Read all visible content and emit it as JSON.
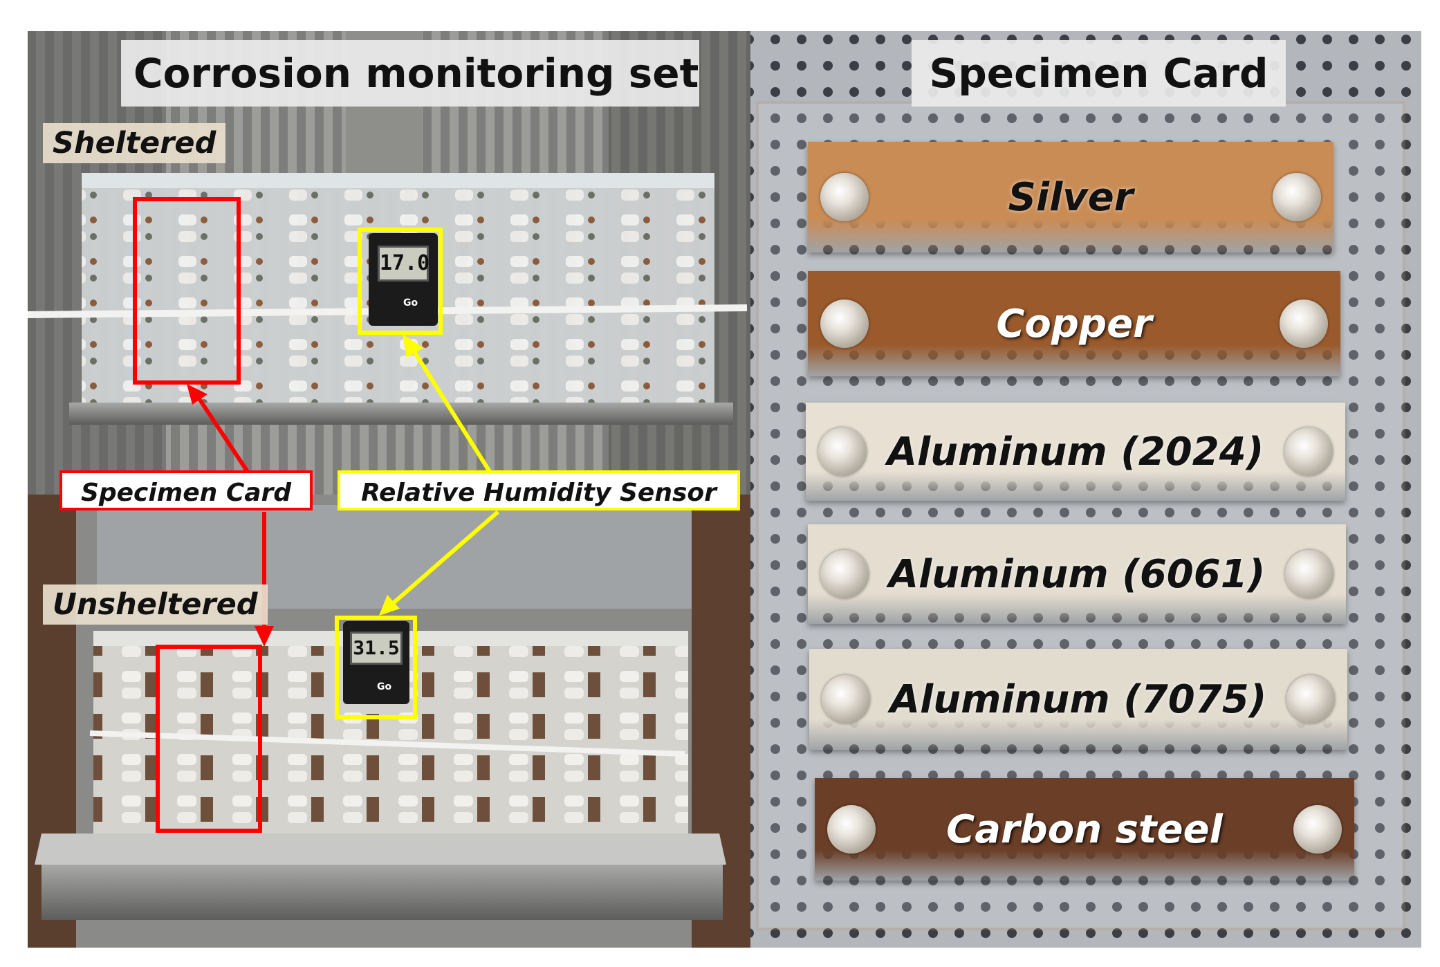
{
  "figure": {
    "left_panel": {
      "title": "Corrosion monitoring set",
      "sheltered_label": "Sheltered",
      "unsheltered_label": "Unsheltered",
      "callouts": {
        "specimen_card": "Specimen Card",
        "humidity_sensor": "Relative Humidity Sensor"
      },
      "logger_top_reading": "17.0",
      "logger_bottom_reading": "31.5",
      "logger_button": "Go"
    },
    "right_panel": {
      "title": "Specimen Card",
      "specimens": [
        {
          "label": "Silver",
          "color": "#c98c55"
        },
        {
          "label": "Copper",
          "color": "#9a5a2c"
        },
        {
          "label": "Aluminum (2024)",
          "color": "#e7e0d3"
        },
        {
          "label": "Aluminum (6061)",
          "color": "#e4ddd0"
        },
        {
          "label": "Aluminum (7075)",
          "color": "#e2dccf"
        },
        {
          "label": "Carbon steel",
          "color": "#6b3e27"
        }
      ]
    },
    "colors": {
      "specimen_box": "#ff0000",
      "sensor_box": "#ffff00"
    }
  }
}
